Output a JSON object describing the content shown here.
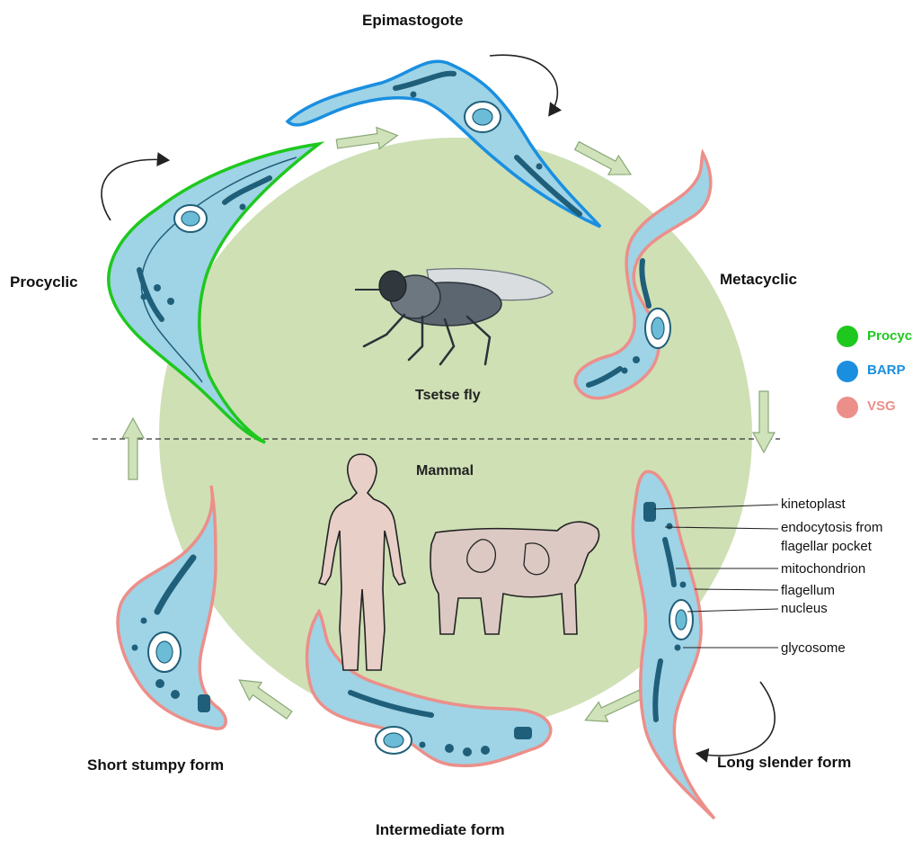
{
  "stages": {
    "epimastogote": "Epimastogote",
    "procyclic": "Procyclic",
    "metacyclic": "Metacyclic",
    "long_slender": "Long slender form",
    "intermediate": "Intermediate form",
    "short_stumpy": "Short stumpy form"
  },
  "hosts": {
    "insect": "Tsetse fly",
    "mammal": "Mammal"
  },
  "parts": {
    "kinetoplast": "kinetoplast",
    "endocytosis_1": "endocytosis from",
    "endocytosis_2": "flagellar pocket",
    "mitochondrion": "mitochondrion",
    "flagellum": "flagellum",
    "nucleus": "nucleus",
    "glycosome": "glycosome"
  },
  "legend": [
    {
      "label": "Procyclin",
      "color": "#1fc81f"
    },
    {
      "label": "BARP",
      "color": "#1a8fe0"
    },
    {
      "label": "VSG",
      "color": "#ec8f8a"
    }
  ],
  "colors": {
    "host_circle": "#cfe0b5",
    "cell_body": "#9fd3e6",
    "cell_inner": "#6cbcd7",
    "organelle": "#1f5f79",
    "arrow_fill": "#cfe2b9"
  }
}
